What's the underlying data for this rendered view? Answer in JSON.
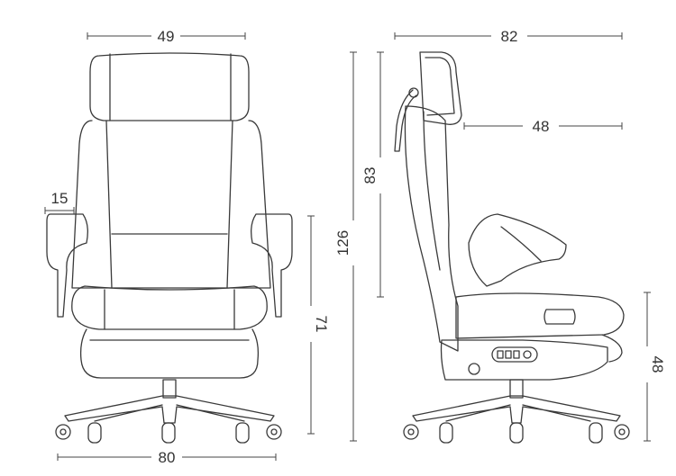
{
  "front_view": {
    "width_headrest": "49",
    "arm_width": "15",
    "seat_height_arm": "71",
    "base_width": "80"
  },
  "side_view": {
    "depth_total": "82",
    "depth_seat": "48",
    "back_height": "83",
    "total_height": "126",
    "seat_height": "48"
  },
  "colors": {
    "line": "#3a3a3a",
    "background": "#ffffff"
  }
}
